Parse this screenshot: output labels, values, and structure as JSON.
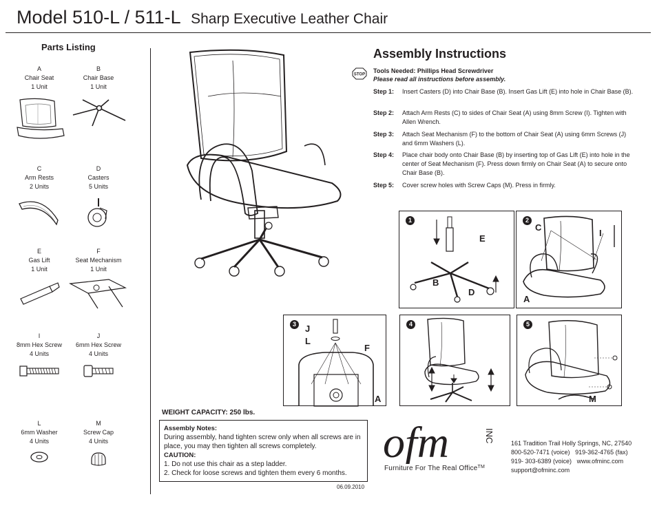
{
  "header": {
    "model": "Model 510-L / 511-L",
    "subtitle": "Sharp Executive Leather Chair"
  },
  "parts": {
    "heading": "Parts Listing",
    "items": [
      {
        "letter": "A",
        "name": "Chair Seat",
        "qty": "1 Unit"
      },
      {
        "letter": "B",
        "name": "Chair Base",
        "qty": "1 Unit"
      },
      {
        "letter": "C",
        "name": "Arm Rests",
        "qty": "2 Units"
      },
      {
        "letter": "D",
        "name": "Casters",
        "qty": "5 Units"
      },
      {
        "letter": "E",
        "name": "Gas Lift",
        "qty": "1 Unit"
      },
      {
        "letter": "F",
        "name": "Seat Mechanism",
        "qty": "1 Unit"
      },
      {
        "letter": "I",
        "name": "8mm Hex Screw",
        "qty": "4 Units"
      },
      {
        "letter": "J",
        "name": "6mm Hex Screw",
        "qty": "4 Units"
      },
      {
        "letter": "L",
        "name": "6mm Washer",
        "qty": "4 Units"
      },
      {
        "letter": "M",
        "name": "Screw Cap",
        "qty": "4 Units"
      }
    ]
  },
  "assembly": {
    "title": "Assembly Instructions",
    "stop_icon": "STOP",
    "tools": "Tools Needed: Phillips Head Screwdriver",
    "warning": "Please read all instructions before assembly.",
    "steps": [
      {
        "label": "Step 1:",
        "text": "Insert Casters (D) into Chair Base (B). Insert Gas Lift (E) into hole in Chair Base (B)."
      },
      {
        "label": "Step 2:",
        "text": "Attach Arm Rests (C) to sides of Chair Seat (A) using 8mm Screw (I). Tighten with Allen Wrench."
      },
      {
        "label": "Step 3:",
        "text": "Attach Seat Mechanism (F) to the bottom of Chair Seat (A) using 6mm Screws (J) and 6mm Washers (L)."
      },
      {
        "label": "Step 4:",
        "text": "Place chair body onto Chair Base (B) by inserting top of Gas Lift (E) into hole in the center of Seat Mechanism (F). Press down firmly on Chair Seat (A) to secure onto Chair Base (B)."
      },
      {
        "label": "Step 5:",
        "text": "Cover screw holes with Screw Caps (M). Press in firmly."
      }
    ]
  },
  "diagrams": {
    "d1": {
      "num": "1",
      "labels": [
        "E",
        "B",
        "D"
      ]
    },
    "d2": {
      "num": "2",
      "labels": [
        "C",
        "I",
        "A"
      ]
    },
    "d3": {
      "num": "3",
      "labels": [
        "J",
        "L",
        "F",
        "A"
      ]
    },
    "d4": {
      "num": "4"
    },
    "d5": {
      "num": "5",
      "labels": [
        "M"
      ]
    }
  },
  "weight": "WEIGHT CAPACITY: 250 lbs.",
  "notes": {
    "heading": "Assembly Notes:",
    "body": "During assembly, hand tighten screw only when all screws are in place, you may then tighten all screws completely.",
    "caution_heading": "CAUTION:",
    "caution_1": "1. Do not use this chair as a step ladder.",
    "caution_2": "2. Check for loose screws and tighten them every 6 months."
  },
  "date": "06.09.2010",
  "brand": {
    "logo": "ofm",
    "inc": "INC",
    "tagline": "Furniture For The Real Office",
    "tm": "TM"
  },
  "contact": {
    "address": "161 Tradition Trail  Holly Springs, NC, 27540",
    "phone1": "800-520-7471 (voice)",
    "fax": "919-362-4765 (fax)",
    "phone2": "919- 303-6389 (voice)",
    "web": "www.ofminc.com",
    "email": "support@ofminc.com"
  }
}
